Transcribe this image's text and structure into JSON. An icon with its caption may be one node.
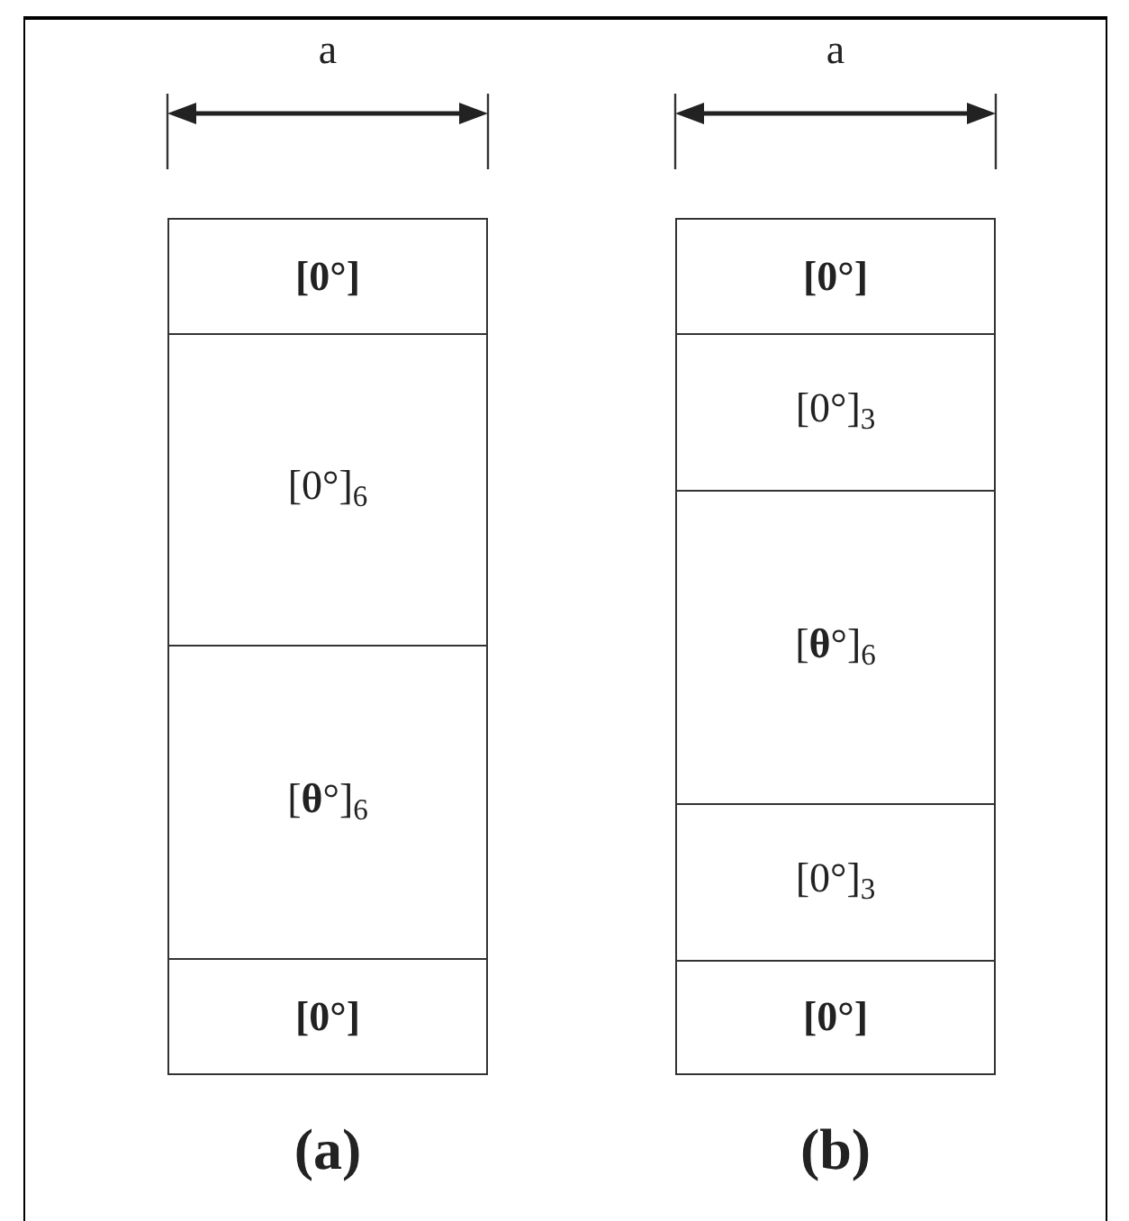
{
  "diagram": {
    "nodes": [
      {
        "text": [
          "**[0°]**"
        ]
      },
      {
        "text": [
          "[0°]$_{6}$"
        ]
      },
      {
        "text": [
          "[**θ**°]$_{6}$"
        ]
      },
      {
        "text": [
          "**[0°]**"
        ]
      },
      {
        "text": [
          "**[0°]**"
        ]
      },
      {
        "text": [
          "[0°]$_{3}$"
        ]
      },
      {
        "text": [
          "[**θ**°]$_{6}$"
        ]
      },
      {
        "text": [
          "[0°]$_{3}$"
        ]
      },
      {
        "text": [
          "**[0°]**"
        ]
      }
    ],
    "labels": [
      "a",
      "a",
      "(a)",
      "(b)"
    ]
  }
}
